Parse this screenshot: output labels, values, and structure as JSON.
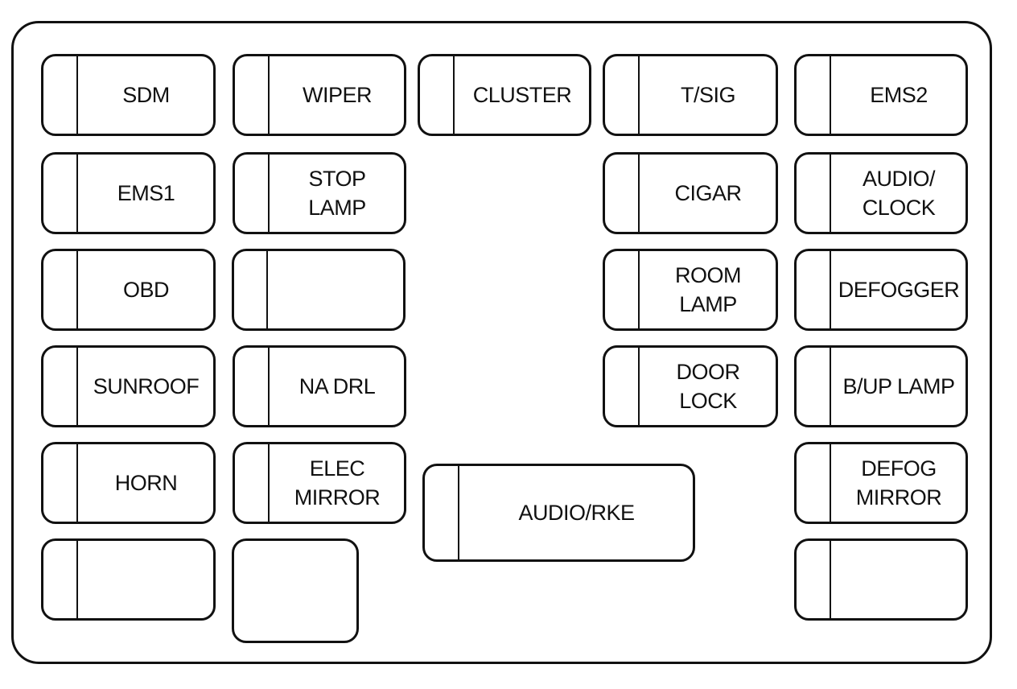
{
  "fuse_panel": {
    "fuses": [
      {
        "id": "sdm",
        "lines": [
          "SDM"
        ]
      },
      {
        "id": "wiper",
        "lines": [
          "WIPER"
        ]
      },
      {
        "id": "cluster",
        "lines": [
          "CLUSTER"
        ]
      },
      {
        "id": "t-sig",
        "lines": [
          "T/SIG"
        ]
      },
      {
        "id": "ems2",
        "lines": [
          "EMS2"
        ]
      },
      {
        "id": "ems1",
        "lines": [
          "EMS1"
        ]
      },
      {
        "id": "stop-lamp",
        "lines": [
          "STOP",
          "LAMP"
        ]
      },
      {
        "id": "cigar",
        "lines": [
          "CIGAR"
        ]
      },
      {
        "id": "audio-clock",
        "lines": [
          "AUDIO/",
          "CLOCK"
        ]
      },
      {
        "id": "obd",
        "lines": [
          "OBD"
        ]
      },
      {
        "id": "spare-1",
        "lines": []
      },
      {
        "id": "room-lamp",
        "lines": [
          "ROOM",
          "LAMP"
        ]
      },
      {
        "id": "defogger",
        "lines": [
          "DEFOGGER"
        ]
      },
      {
        "id": "sunroof",
        "lines": [
          "SUNROOF"
        ]
      },
      {
        "id": "na-drl",
        "lines": [
          "NA DRL"
        ]
      },
      {
        "id": "door-lock",
        "lines": [
          "DOOR",
          "LOCK"
        ]
      },
      {
        "id": "b-up-lamp",
        "lines": [
          "B/UP LAMP"
        ]
      },
      {
        "id": "horn",
        "lines": [
          "HORN"
        ]
      },
      {
        "id": "elec-mirror",
        "lines": [
          "ELEC",
          "MIRROR"
        ]
      },
      {
        "id": "audio-rke",
        "lines": [
          "AUDIO/RKE"
        ]
      },
      {
        "id": "defog-mirror",
        "lines": [
          "DEFOG",
          "MIRROR"
        ]
      },
      {
        "id": "spare-2",
        "lines": []
      },
      {
        "id": "spare-3",
        "lines": []
      },
      {
        "id": "spare-4",
        "lines": []
      }
    ]
  }
}
